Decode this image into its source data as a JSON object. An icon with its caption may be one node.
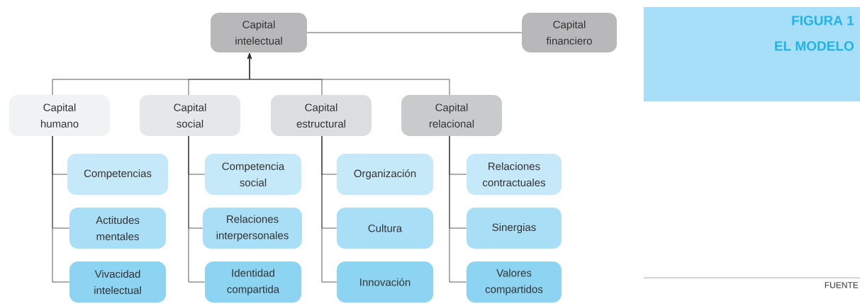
{
  "diagram": {
    "nodes": [
      {
        "text": [
          "Capital intelectual"
        ]
      },
      {
        "text": [
          "Capital financiero"
        ]
      },
      {
        "text": [
          "Capital humano"
        ]
      },
      {
        "text": [
          "Capital social"
        ]
      },
      {
        "text": [
          "Capital estructural"
        ]
      },
      {
        "text": [
          "Capital relacional"
        ]
      },
      {
        "text": [
          "Competencias"
        ]
      },
      {
        "text": [
          "Actitudes mentales"
        ]
      },
      {
        "text": [
          "Vivacidad intelectual"
        ]
      },
      {
        "text": [
          "Competencia social"
        ]
      },
      {
        "text": [
          "Relaciones interpersonales"
        ]
      },
      {
        "text": [
          "Identidad compartida"
        ]
      },
      {
        "text": [
          "Organización"
        ]
      },
      {
        "text": [
          "Cultura"
        ]
      },
      {
        "text": [
          "Innovación"
        ]
      },
      {
        "text": [
          "Relaciones contractuales"
        ]
      },
      {
        "text": [
          "Sinergias"
        ]
      },
      {
        "text": [
          "Valores compartidos"
        ]
      },
      {
        "text": [
          "FIGURA 1",
          "EL MODELO"
        ]
      }
    ],
    "edges": [
      {
        "from": 0,
        "to": 1,
        "arrow": "none"
      },
      {
        "from": 2,
        "to": 0,
        "arrow": "to"
      },
      {
        "from": 3,
        "to": 0,
        "arrow": "to"
      },
      {
        "from": 4,
        "to": 0,
        "arrow": "to"
      },
      {
        "from": 5,
        "to": 0,
        "arrow": "to"
      },
      {
        "from": 2,
        "to": 6,
        "arrow": "none"
      },
      {
        "from": 2,
        "to": 7,
        "arrow": "none"
      },
      {
        "from": 2,
        "to": 8,
        "arrow": "none"
      },
      {
        "from": 3,
        "to": 9,
        "arrow": "none"
      },
      {
        "from": 3,
        "to": 10,
        "arrow": "none"
      },
      {
        "from": 3,
        "to": 11,
        "arrow": "none"
      },
      {
        "from": 4,
        "to": 12,
        "arrow": "none"
      },
      {
        "from": 4,
        "to": 13,
        "arrow": "none"
      },
      {
        "from": 4,
        "to": 14,
        "arrow": "none"
      },
      {
        "from": 5,
        "to": 15,
        "arrow": "none"
      },
      {
        "from": 5,
        "to": 16,
        "arrow": "none"
      },
      {
        "from": 5,
        "to": 17,
        "arrow": "none"
      }
    ],
    "labels": [
      "FUENTE"
    ]
  }
}
